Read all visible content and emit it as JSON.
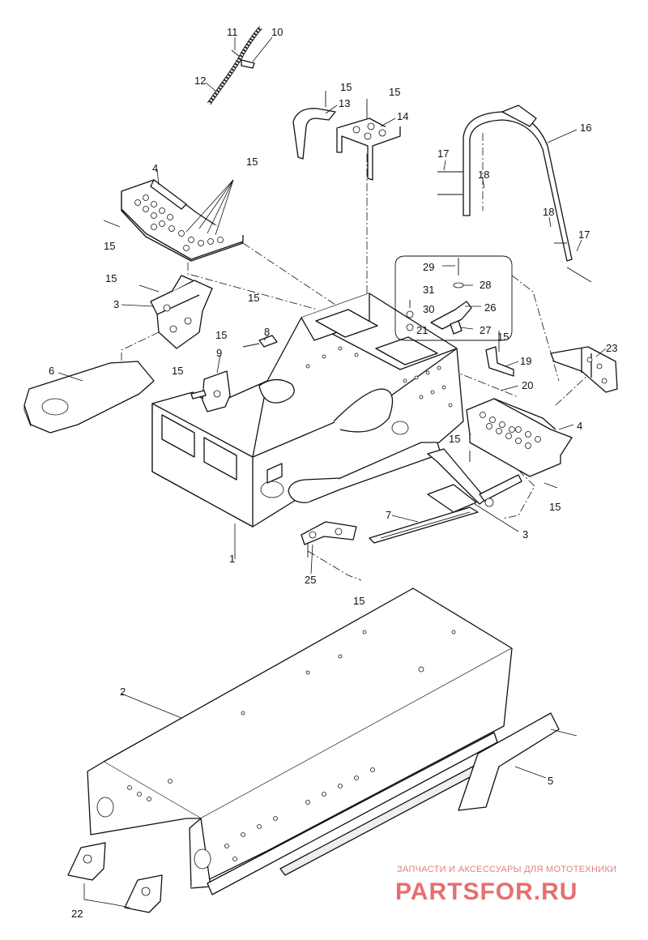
{
  "diagram": {
    "callouts": [
      {
        "id": "c1",
        "text": "1"
      },
      {
        "id": "c2",
        "text": "2"
      },
      {
        "id": "c3a",
        "text": "3"
      },
      {
        "id": "c3b",
        "text": "3"
      },
      {
        "id": "c4a",
        "text": "4"
      },
      {
        "id": "c4b",
        "text": "4"
      },
      {
        "id": "c5",
        "text": "5"
      },
      {
        "id": "c6",
        "text": "6"
      },
      {
        "id": "c7",
        "text": "7"
      },
      {
        "id": "c8",
        "text": "8"
      },
      {
        "id": "c9",
        "text": "9"
      },
      {
        "id": "c10",
        "text": "10"
      },
      {
        "id": "c11",
        "text": "11"
      },
      {
        "id": "c12",
        "text": "12"
      },
      {
        "id": "c13",
        "text": "13"
      },
      {
        "id": "c14",
        "text": "14"
      },
      {
        "id": "c15a",
        "text": "15"
      },
      {
        "id": "c15b",
        "text": "15"
      },
      {
        "id": "c15c",
        "text": "15"
      },
      {
        "id": "c15d",
        "text": "15"
      },
      {
        "id": "c15e",
        "text": "15"
      },
      {
        "id": "c15f",
        "text": "15"
      },
      {
        "id": "c15g",
        "text": "15"
      },
      {
        "id": "c15h",
        "text": "15"
      },
      {
        "id": "c15i",
        "text": "15"
      },
      {
        "id": "c15j",
        "text": "15"
      },
      {
        "id": "c15k",
        "text": "15"
      },
      {
        "id": "c15l",
        "text": "15"
      },
      {
        "id": "c15m",
        "text": "15"
      },
      {
        "id": "c16",
        "text": "16"
      },
      {
        "id": "c17a",
        "text": "17"
      },
      {
        "id": "c17b",
        "text": "17"
      },
      {
        "id": "c18a",
        "text": "18"
      },
      {
        "id": "c18b",
        "text": "18"
      },
      {
        "id": "c19",
        "text": "19"
      },
      {
        "id": "c20",
        "text": "20"
      },
      {
        "id": "c21",
        "text": "21"
      },
      {
        "id": "c22",
        "text": "22"
      },
      {
        "id": "c23",
        "text": "23"
      },
      {
        "id": "c25",
        "text": "25"
      },
      {
        "id": "c26",
        "text": "26"
      },
      {
        "id": "c27",
        "text": "27"
      },
      {
        "id": "c28",
        "text": "28"
      },
      {
        "id": "c29",
        "text": "29"
      },
      {
        "id": "c30",
        "text": "30"
      },
      {
        "id": "c31",
        "text": "31"
      }
    ]
  },
  "watermark": {
    "tagline": "ЗАПЧАСТИ И АКСЕССУАРЫ ДЛЯ МОТОТЕХНИКИ",
    "logo_text": "PARTSFOR.RU",
    "color": "#e56f6f"
  }
}
